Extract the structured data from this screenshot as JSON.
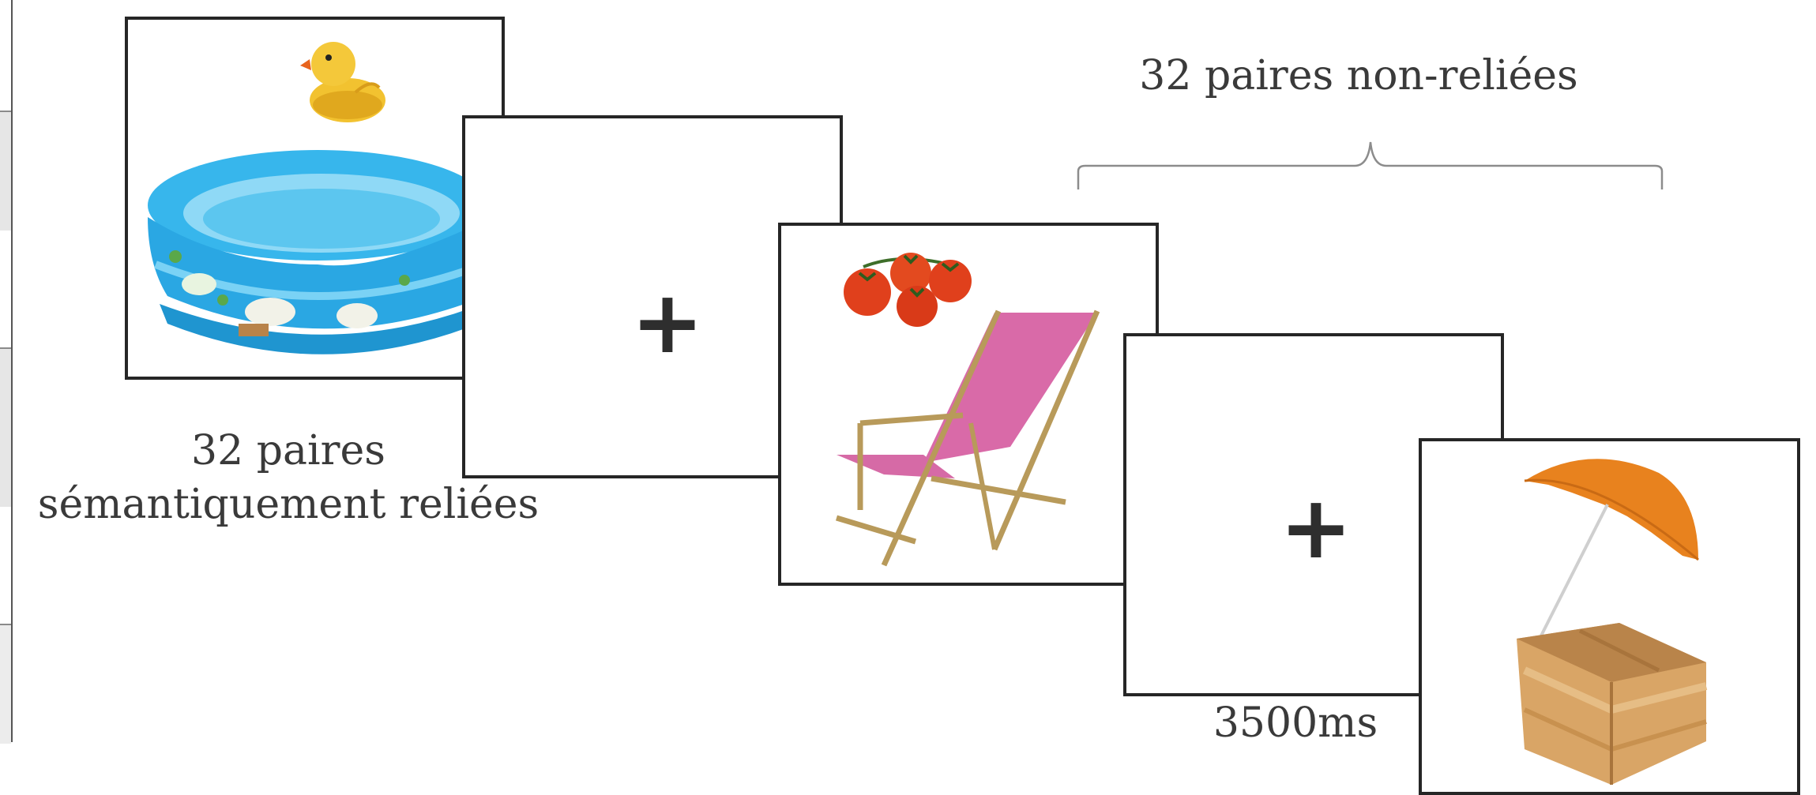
{
  "fixation_symbol": "+",
  "labels": {
    "related_line1": "32 paires",
    "related_line2": "sémantiquement reliées",
    "unrelated": "32 paires non-reliées",
    "duration": "3500ms"
  },
  "frames": [
    {
      "prime": "rubber-duck",
      "target": "inflatable-pool"
    },
    {
      "content": "fixation"
    },
    {
      "prime": "tomatoes",
      "target": "deck-chair"
    },
    {
      "content": "fixation"
    },
    {
      "prime": "parasol",
      "target": "wooden-crate"
    }
  ],
  "colors": {
    "frame_border": "#262626",
    "text": "#3a3a3a",
    "brace": "#8c8c8c",
    "pool": "#2fb3e8",
    "duck": "#f2c230",
    "tomato": "#e0401c",
    "chair_fabric": "#d96aa8",
    "umbrella": "#e8821e",
    "crate": "#d9a566"
  }
}
